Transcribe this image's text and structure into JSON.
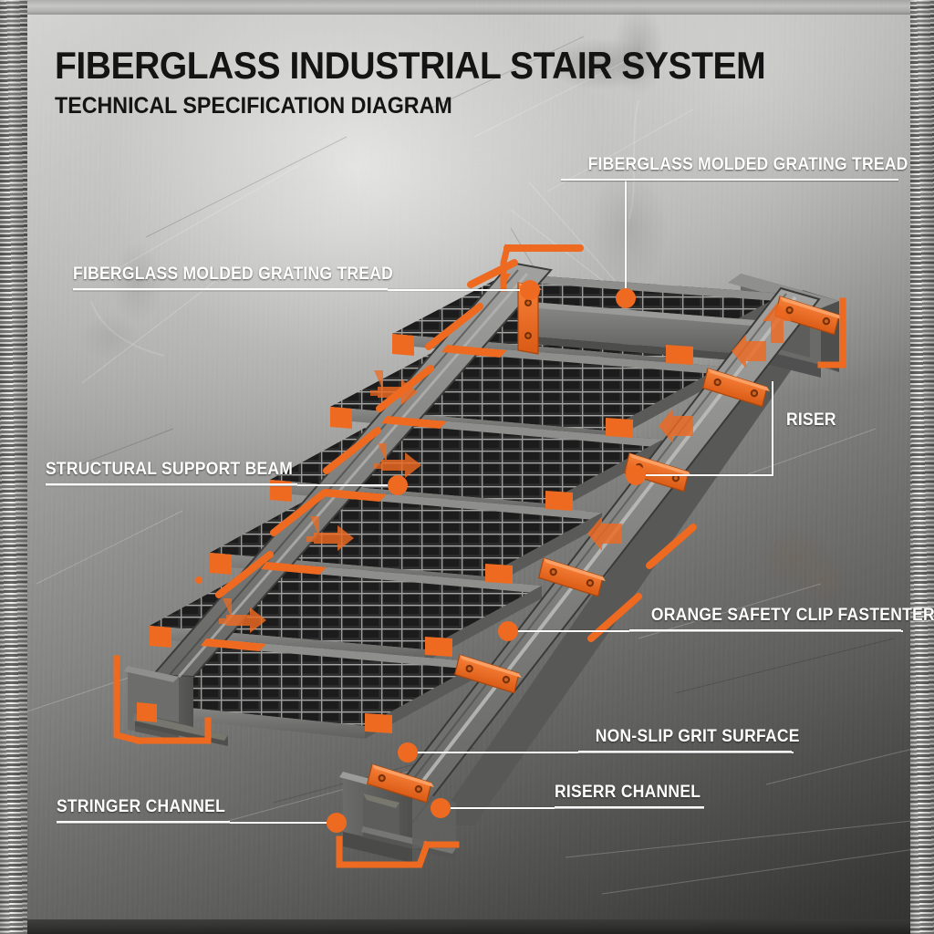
{
  "header": {
    "title": "FIBERGLASS INDUSTRIAL STAIR SYSTEM",
    "subtitle": "TECHNICAL SPECIFICATION DIAGRAM"
  },
  "colors": {
    "accent_orange": "#EE6A21",
    "label_text": "#FFFFFF",
    "title_text": "#141414",
    "metal_light": "#8E8E8C",
    "metal_dark": "#4A4A48",
    "stair_body": "#7A7A78",
    "stair_shadow": "#5A5A58",
    "grating_dark": "#2B2B2B"
  },
  "callouts": [
    {
      "id": "tread-top-right",
      "label": "FIBERGLASS MOLDED GRATING TREAD"
    },
    {
      "id": "tread-left",
      "label": "FIBERGLASS MOLDED GRATING TREAD"
    },
    {
      "id": "support-beam",
      "label": "STRUCTURAL SUPPORT BEAM"
    },
    {
      "id": "riser",
      "label": "RISER"
    },
    {
      "id": "safety-clip",
      "label": "ORANGE SAFETY CLIP FASTENTER"
    },
    {
      "id": "grit-surface",
      "label": "NON-SLIP GRIT SURFACE"
    },
    {
      "id": "stringer-channel",
      "label": "STRINGER CHANNEL"
    },
    {
      "id": "riser-channel",
      "label": "RISERR CHANNEL"
    }
  ],
  "diagram": {
    "type": "isometric-technical-illustration",
    "subject": "Fiberglass industrial stair system",
    "tread_count": 6,
    "icons": {
      "arrow_right": "arrow-right-icon",
      "arrow_left": "arrow-left-icon",
      "arrow_up": "arrow-up-icon"
    }
  }
}
